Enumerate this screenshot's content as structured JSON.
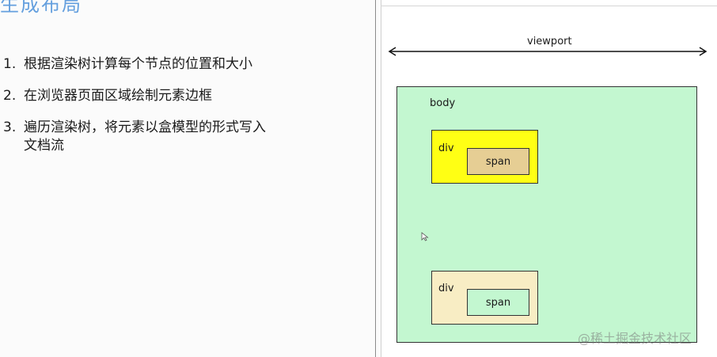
{
  "title_fragment": "生成布局",
  "steps": [
    {
      "num": "1.",
      "text": "根据渲染树计算每个节点的位置和大小"
    },
    {
      "num": "2.",
      "text": "在浏览器页面区域绘制元素边框"
    },
    {
      "num": "3.",
      "text": "遍历渲染树，将元素以盒模型的形式写入文档流"
    }
  ],
  "diagram": {
    "viewport_label": "viewport",
    "body_label": "body",
    "div1_label": "div",
    "span1_label": "span",
    "div2_label": "div",
    "span2_label": "span",
    "colors": {
      "body_fill": "#c3f7d0",
      "div1_fill": "#ffff14",
      "span1_fill": "#e6ce94",
      "div2_fill": "#f8edc4",
      "span2_fill": "#c3f7d0"
    }
  },
  "watermark": "@稀土掘金技术社区"
}
